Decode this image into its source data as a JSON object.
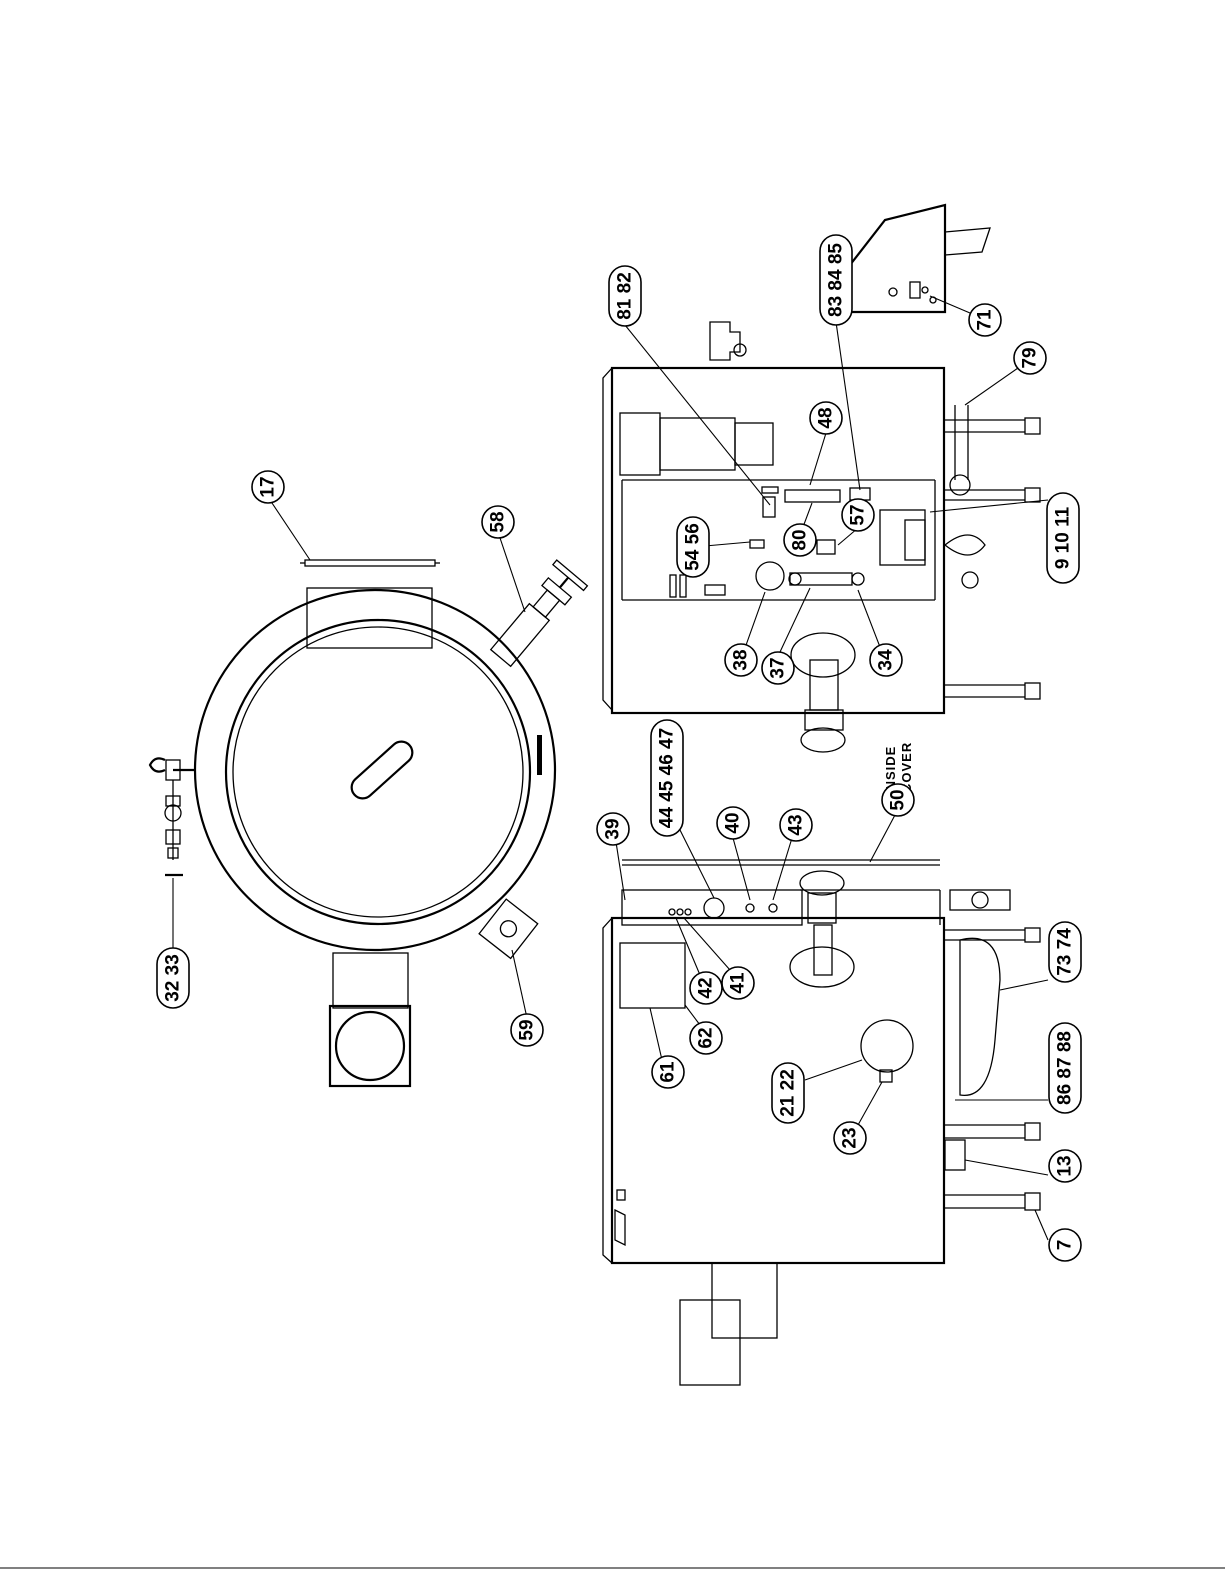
{
  "drawing": {
    "type": "exploded parts diagram",
    "orientation": "rotated-90",
    "line_color": "#000000",
    "background": "#ffffff"
  },
  "note": {
    "line1": "INSIDE",
    "line2": "COVER"
  },
  "callouts": [
    {
      "id": "c17",
      "label": "17"
    },
    {
      "id": "c58",
      "label": "58"
    },
    {
      "id": "c3233",
      "label": "32 33"
    },
    {
      "id": "c59",
      "label": "59"
    },
    {
      "id": "c8182",
      "label": "81 82"
    },
    {
      "id": "c838485",
      "label": "83 84 85"
    },
    {
      "id": "c71",
      "label": "71"
    },
    {
      "id": "c79",
      "label": "79"
    },
    {
      "id": "c48",
      "label": "48"
    },
    {
      "id": "c5456",
      "label": "54 56"
    },
    {
      "id": "c80",
      "label": "80"
    },
    {
      "id": "c57",
      "label": "57"
    },
    {
      "id": "c91011",
      "label": "9 10 11"
    },
    {
      "id": "c38",
      "label": "38"
    },
    {
      "id": "c37",
      "label": "37"
    },
    {
      "id": "c34",
      "label": "34"
    },
    {
      "id": "c4445",
      "label": "44 45 46 47"
    },
    {
      "id": "c39",
      "label": "39"
    },
    {
      "id": "c40",
      "label": "40"
    },
    {
      "id": "c43",
      "label": "43"
    },
    {
      "id": "c50",
      "label": "50"
    },
    {
      "id": "c42",
      "label": "42"
    },
    {
      "id": "c41",
      "label": "41"
    },
    {
      "id": "c62",
      "label": "62"
    },
    {
      "id": "c61",
      "label": "61"
    },
    {
      "id": "c2122",
      "label": "21 22"
    },
    {
      "id": "c23",
      "label": "23"
    },
    {
      "id": "c7374",
      "label": "73 74"
    },
    {
      "id": "c868788",
      "label": "86 87 88"
    },
    {
      "id": "c13",
      "label": "13"
    },
    {
      "id": "c7",
      "label": "7"
    }
  ]
}
